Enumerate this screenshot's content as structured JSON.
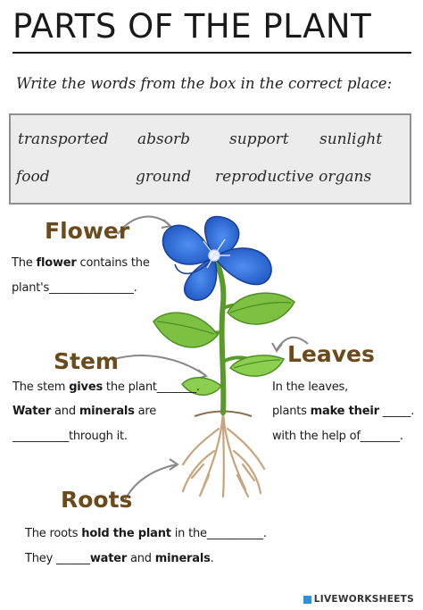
{
  "title": "PARTS OF THE PLANT",
  "instruction": "Write the words from the box in the correct place:",
  "word_box": [
    "transported",
    "absorb",
    "support",
    "sunlight",
    "food",
    "ground",
    "reproductive organs"
  ],
  "flower": {
    "heading": "Flower",
    "line1_a": "The ",
    "line1_b": "flower",
    "line1_c": " contains the",
    "line2": "plant's_______________."
  },
  "stem": {
    "heading": "Stem",
    "line1_a": "The stem ",
    "line1_b": "gives",
    "line1_c": " the plant_______.",
    "line2_a": "Water",
    "line2_b": " and ",
    "line2_c": "minerals",
    "line2_d": " are",
    "line3": "__________through it."
  },
  "leaves": {
    "heading": "Leaves",
    "line1": "In the leaves,",
    "line2_a": "plants ",
    "line2_b": "make their",
    "line2_c": " _____.",
    "line3": "with the help of_______."
  },
  "roots": {
    "heading": "Roots",
    "line1_a": "The roots ",
    "line1_b": "hold the plant",
    "line1_c": " in the__________.",
    "line2_a": "They  ______",
    "line2_b": "water",
    "line2_c": " and ",
    "line2_d": "minerals",
    "line2_e": "."
  },
  "footer": "LIVEWORKSHEETS",
  "colors": {
    "heading": "#6b4a1c",
    "petal": "#2f6fd8",
    "leaf": "#7cc142",
    "stem": "#5a9a2a",
    "root": "#c9a37a",
    "word_box_bg": "#ececec"
  }
}
